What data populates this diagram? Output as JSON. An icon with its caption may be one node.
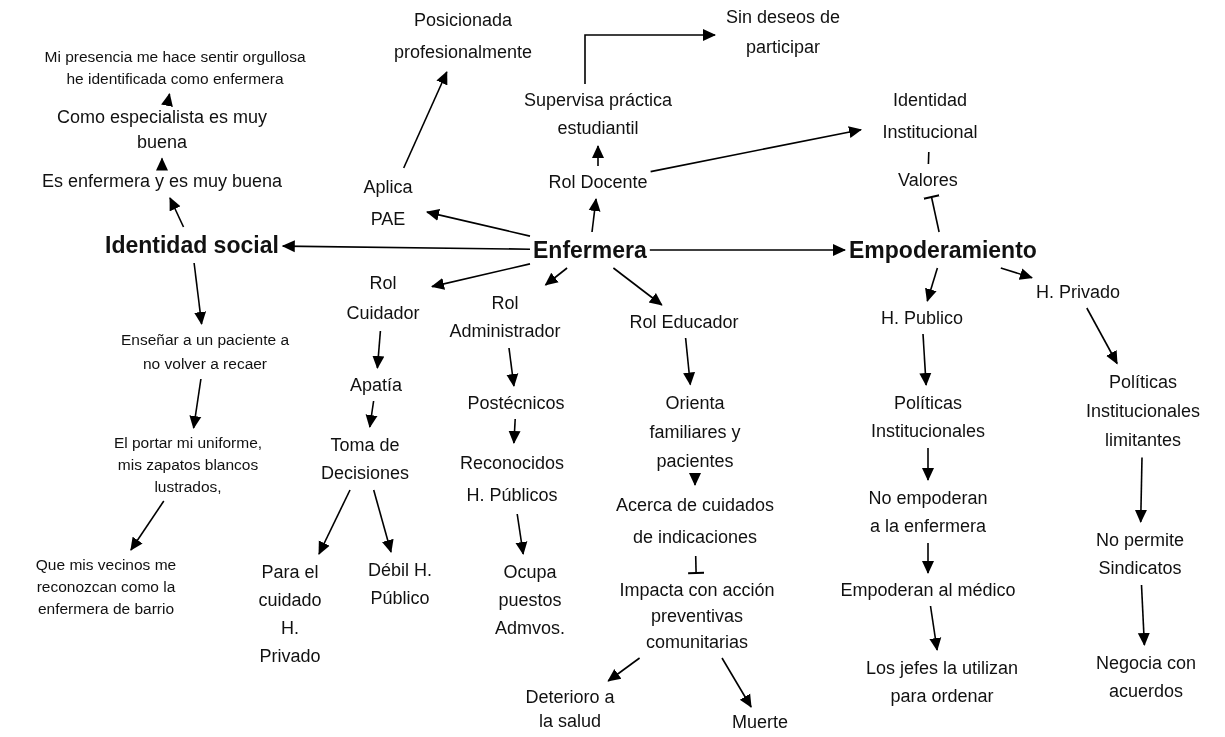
{
  "diagram": {
    "nodes": [
      {
        "text": [
          "Posicionada profesionalmente"
        ]
      },
      {
        "text": [
          "Sin deseos de participar"
        ]
      },
      {
        "text": [
          "Mi presencia me hace sentir orgullosa he identificada como enfermera"
        ]
      },
      {
        "text": [
          "Supervisa práctica estudiantil"
        ]
      },
      {
        "text": [
          "Identidad Institucional"
        ]
      },
      {
        "text": [
          "Como especialista es muy buena"
        ]
      },
      {
        "text": [
          "Valores"
        ]
      },
      {
        "text": [
          "Rol Docente"
        ]
      },
      {
        "text": [
          "Es enfermera y es muy buena"
        ]
      },
      {
        "text": [
          "Aplica PAE"
        ]
      },
      {
        "text": [
          "Identidad social"
        ]
      },
      {
        "text": [
          "Enfermera"
        ]
      },
      {
        "text": [
          "Empoderamiento"
        ]
      },
      {
        "text": [
          "H. Privado"
        ]
      },
      {
        "text": [
          "Rol Cuidador"
        ]
      },
      {
        "text": [
          "Rol Administrador"
        ]
      },
      {
        "text": [
          "Rol Educador"
        ]
      },
      {
        "text": [
          "H. Publico"
        ]
      },
      {
        "text": [
          "Enseñar a un paciente a no volver a recaer"
        ]
      },
      {
        "text": [
          "Apatía"
        ]
      },
      {
        "text": [
          "Postécnicos"
        ]
      },
      {
        "text": [
          "Orienta familiares y pacientes"
        ]
      },
      {
        "text": [
          "Políticas Institucionales"
        ]
      },
      {
        "text": [
          "Políticas Institucionales limitantes"
        ]
      },
      {
        "text": [
          "El portar mi uniforme, mis zapatos blancos lustrados,"
        ]
      },
      {
        "text": [
          "Toma de Decisiones"
        ]
      },
      {
        "text": [
          "Reconocidos H. Públicos"
        ]
      },
      {
        "text": [
          "Acerca de cuidados de indicaciones"
        ]
      },
      {
        "text": [
          "No empoderan a la enfermera"
        ]
      },
      {
        "text": [
          "No permite Sindicatos"
        ]
      },
      {
        "text": [
          "Que mis vecinos me reconozcan como la enfermera de barrio"
        ]
      },
      {
        "text": [
          "Para el cuidado H. Privado"
        ]
      },
      {
        "text": [
          "Débil H. Público"
        ]
      },
      {
        "text": [
          "Ocupa puestos Admvos."
        ]
      },
      {
        "text": [
          "Impacta con acción preventivas comunitarias"
        ]
      },
      {
        "text": [
          "Empoderan al médico"
        ]
      },
      {
        "text": [
          "Los jefes la utilizan para ordenar"
        ]
      },
      {
        "text": [
          "Negocia con acuerdos"
        ]
      },
      {
        "text": [
          "Deterioro a la salud"
        ]
      },
      {
        "text": [
          "Muerte"
        ]
      }
    ],
    "edges": [
      {
        "from": 11,
        "to": 10,
        "arrow": "to"
      },
      {
        "from": 11,
        "to": 9,
        "arrow": "to"
      },
      {
        "from": 11,
        "to": 7,
        "arrow": "to"
      },
      {
        "from": 11,
        "to": 12,
        "arrow": "to"
      },
      {
        "from": 11,
        "to": 14,
        "arrow": "to"
      },
      {
        "from": 11,
        "to": 15,
        "arrow": "to"
      },
      {
        "from": 11,
        "to": 16,
        "arrow": "to"
      },
      {
        "from": 9,
        "to": 0,
        "arrow": "to"
      },
      {
        "from": 7,
        "to": 3,
        "arrow": "to"
      },
      {
        "from": 3,
        "to": 1,
        "arrow": "to"
      },
      {
        "from": 7,
        "to": 4,
        "arrow": "to"
      },
      {
        "from": 10,
        "to": 8,
        "arrow": "to"
      },
      {
        "from": 8,
        "to": 5,
        "arrow": "to"
      },
      {
        "from": 5,
        "to": 2,
        "arrow": "to"
      },
      {
        "from": 10,
        "to": 18,
        "arrow": "to"
      },
      {
        "from": 18,
        "to": 24,
        "arrow": "to"
      },
      {
        "from": 24,
        "to": 30,
        "arrow": "to"
      },
      {
        "from": 14,
        "to": 19,
        "arrow": "to"
      },
      {
        "from": 19,
        "to": 25,
        "arrow": "to"
      },
      {
        "from": 25,
        "to": 31,
        "arrow": "to"
      },
      {
        "from": 25,
        "to": 32,
        "arrow": "to"
      },
      {
        "from": 15,
        "to": 20,
        "arrow": "to"
      },
      {
        "from": 20,
        "to": 26,
        "arrow": "to"
      },
      {
        "from": 26,
        "to": 33,
        "arrow": "to"
      },
      {
        "from": 16,
        "to": 21,
        "arrow": "to"
      },
      {
        "from": 21,
        "to": 27,
        "arrow": "to"
      },
      {
        "from": 27,
        "to": 34,
        "arrow": "other"
      },
      {
        "from": 34,
        "to": 38,
        "arrow": "to"
      },
      {
        "from": 34,
        "to": 39,
        "arrow": "to"
      },
      {
        "from": 12,
        "to": 6,
        "arrow": "other"
      },
      {
        "from": 6,
        "to": 4,
        "arrow": "none"
      },
      {
        "from": 12,
        "to": 17,
        "arrow": "to"
      },
      {
        "from": 12,
        "to": 13,
        "arrow": "to"
      },
      {
        "from": 17,
        "to": 22,
        "arrow": "to"
      },
      {
        "from": 22,
        "to": 28,
        "arrow": "to"
      },
      {
        "from": 28,
        "to": 35,
        "arrow": "to"
      },
      {
        "from": 35,
        "to": 36,
        "arrow": "to"
      },
      {
        "from": 13,
        "to": 23,
        "arrow": "to"
      },
      {
        "from": 23,
        "to": 29,
        "arrow": "to"
      },
      {
        "from": 29,
        "to": 37,
        "arrow": "to"
      }
    ]
  }
}
